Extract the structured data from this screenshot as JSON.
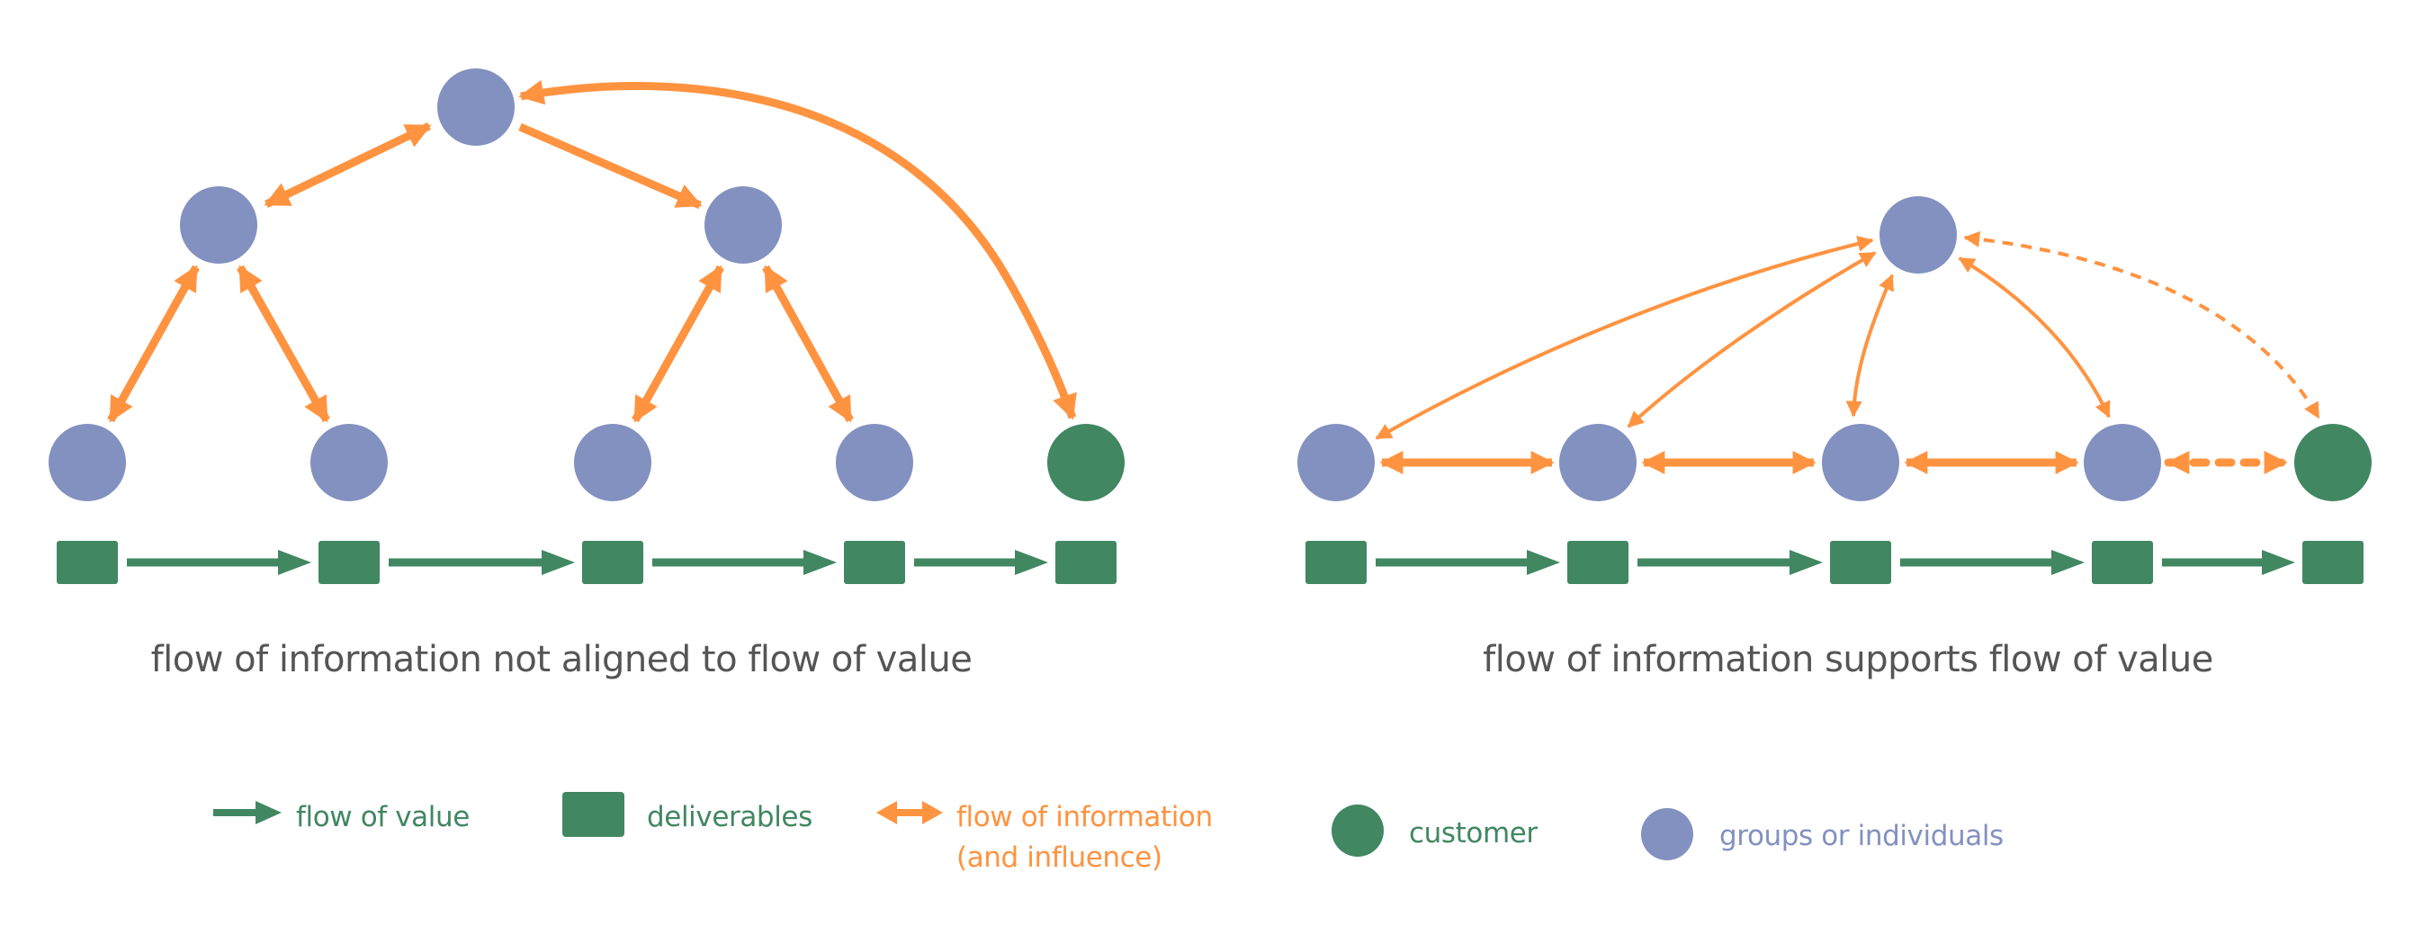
{
  "colors": {
    "group": "#8391C0",
    "customer": "#418762",
    "deliverable": "#418762",
    "value_flow": "#418762",
    "info_flow": "#FF9340",
    "caption": "#555555",
    "legend_value": "#418762",
    "legend_info": "#FF9340",
    "legend_groups": "#8391C0"
  },
  "left_panel": {
    "caption": "flow of information not aligned to flow of value",
    "nodes": [
      {
        "id": "top",
        "kind": "group"
      },
      {
        "id": "mid-left",
        "kind": "group"
      },
      {
        "id": "mid-right",
        "kind": "group"
      },
      {
        "id": "bottom-1",
        "kind": "group"
      },
      {
        "id": "bottom-2",
        "kind": "group"
      },
      {
        "id": "bottom-3",
        "kind": "group"
      },
      {
        "id": "bottom-4",
        "kind": "group"
      },
      {
        "id": "customer",
        "kind": "customer"
      }
    ],
    "info_edges": [
      {
        "from": "top",
        "to": "mid-left",
        "style": "solid",
        "bidirectional": true
      },
      {
        "from": "top",
        "to": "mid-right",
        "style": "solid",
        "bidirectional": false
      },
      {
        "from": "mid-left",
        "to": "bottom-1",
        "style": "solid",
        "bidirectional": true
      },
      {
        "from": "mid-left",
        "to": "bottom-2",
        "style": "solid",
        "bidirectional": true
      },
      {
        "from": "mid-right",
        "to": "bottom-3",
        "style": "solid",
        "bidirectional": true
      },
      {
        "from": "mid-right",
        "to": "bottom-4",
        "style": "solid",
        "bidirectional": true
      },
      {
        "from": "top",
        "to": "customer",
        "style": "solid",
        "bidirectional": true
      }
    ],
    "deliverables_count": 5
  },
  "right_panel": {
    "caption": "flow of information supports flow of value",
    "nodes": [
      {
        "id": "top",
        "kind": "group"
      },
      {
        "id": "row-1",
        "kind": "group"
      },
      {
        "id": "row-2",
        "kind": "group"
      },
      {
        "id": "row-3",
        "kind": "group"
      },
      {
        "id": "row-4",
        "kind": "group"
      },
      {
        "id": "customer",
        "kind": "customer"
      }
    ],
    "info_edges": [
      {
        "from": "top",
        "to": "row-1",
        "style": "solid",
        "bidirectional": true
      },
      {
        "from": "top",
        "to": "row-2",
        "style": "solid",
        "bidirectional": true
      },
      {
        "from": "top",
        "to": "row-3",
        "style": "solid",
        "bidirectional": true
      },
      {
        "from": "top",
        "to": "row-4",
        "style": "solid",
        "bidirectional": true
      },
      {
        "from": "top",
        "to": "customer",
        "style": "dashed",
        "bidirectional": true
      },
      {
        "from": "row-1",
        "to": "row-2",
        "style": "solid",
        "bidirectional": true
      },
      {
        "from": "row-2",
        "to": "row-3",
        "style": "solid",
        "bidirectional": true
      },
      {
        "from": "row-3",
        "to": "row-4",
        "style": "solid",
        "bidirectional": true
      },
      {
        "from": "row-4",
        "to": "customer",
        "style": "dashed",
        "bidirectional": true
      }
    ],
    "deliverables_count": 5
  },
  "legend": {
    "value_flow": {
      "icon": "arrow-right-icon",
      "label": "flow of value"
    },
    "deliverables": {
      "icon": "square-icon",
      "label": "deliverables"
    },
    "info_flow": {
      "icon": "double-arrow-icon",
      "label_line1": "flow of information",
      "label_line2": "(and influence)"
    },
    "customer": {
      "icon": "circle-icon",
      "label": "customer"
    },
    "groups": {
      "icon": "circle-icon",
      "label": "groups or individuals"
    }
  }
}
